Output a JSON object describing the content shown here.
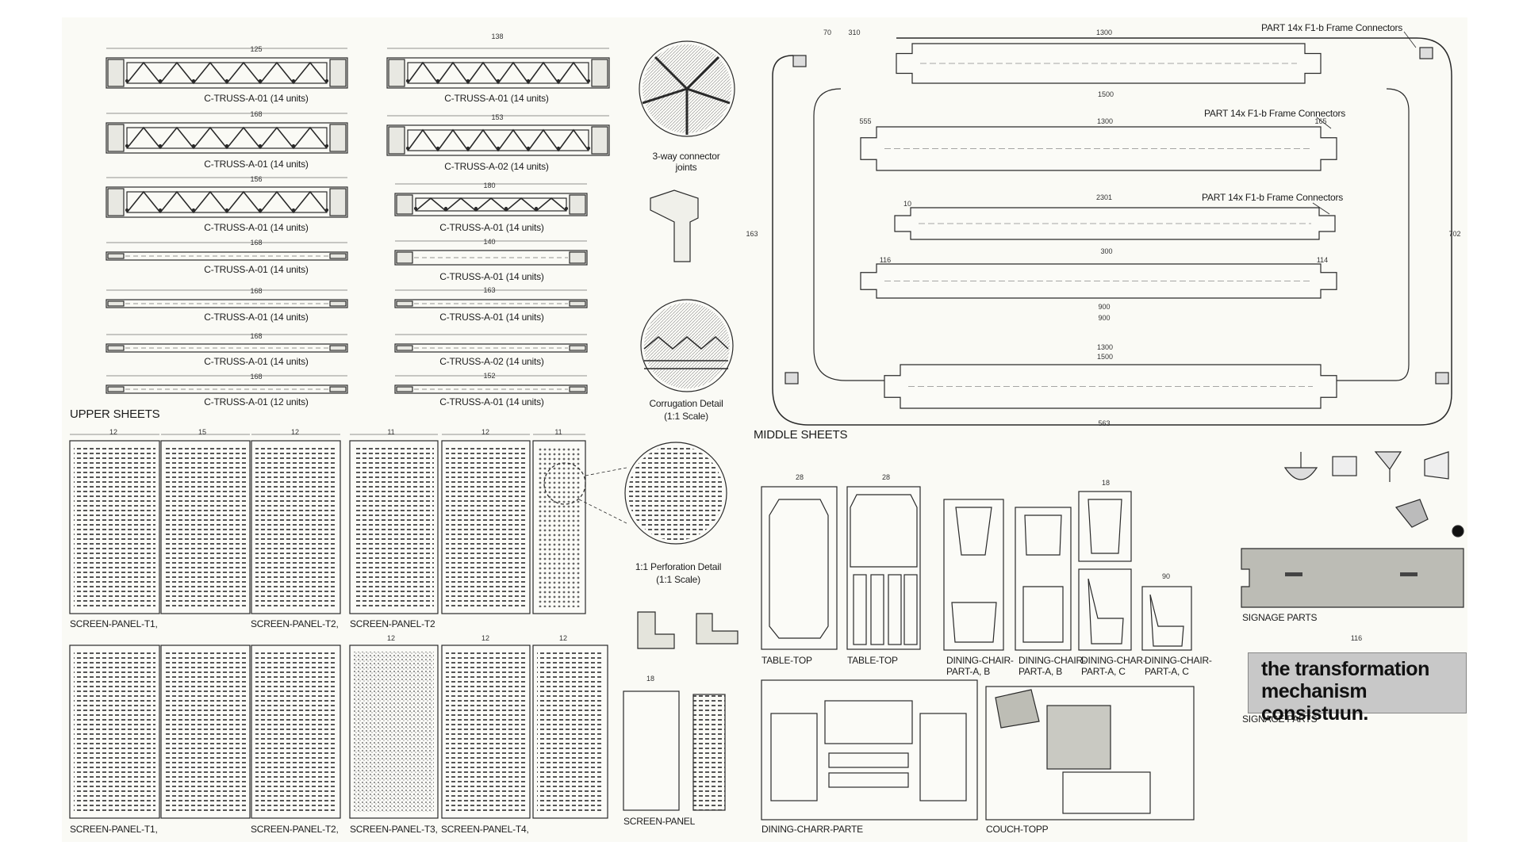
{
  "colors": {
    "paper": "#fafaf5",
    "ink": "#2a2a2a",
    "sign_fill": "#c8c8c8"
  },
  "section_labels": {
    "upper_sheets": "UPPER SHEETS",
    "middle_sheets": "MIDDLE SHEETS"
  },
  "truss_left": [
    {
      "dim": "125",
      "label": "C-TRUSS-A-01 (14 units)"
    },
    {
      "dim": "168",
      "label": "C-TRUSS-A-01 (14 units)"
    },
    {
      "dim": "156",
      "label": "C-TRUSS-A-01 (14 units)"
    },
    {
      "dim": "168",
      "label": "C-TRUSS-A-01 (14 units)"
    },
    {
      "dim": "168",
      "label": "C-TRUSS-A-01 (14 units)"
    },
    {
      "dim": "168",
      "label": "C-TRUSS-A-01 (14 units)"
    },
    {
      "dim": "168",
      "label": "C-TRUSS-A-01 (12 units)"
    }
  ],
  "truss_right": [
    {
      "dim": "138",
      "label": "C-TRUSS-A-01 (14 units)"
    },
    {
      "dim": "153",
      "label": "C-TRUSS-A-02 (14 units)"
    },
    {
      "dim": "180",
      "label": "C-TRUSS-A-01 (14 units)"
    },
    {
      "dim": "140",
      "label": "C-TRUSS-A-01 (14 units)"
    },
    {
      "dim": "163",
      "label": "C-TRUSS-A-01 (14 units)"
    },
    {
      "dim": "",
      "label": "C-TRUSS-A-02 (14 units)"
    },
    {
      "dim": "152",
      "label": "C-TRUSS-A-01 (14 units)"
    }
  ],
  "details": {
    "connector": "3-way connector joints",
    "connector_l1": "3-way connector",
    "connector_l2": "joints",
    "corrugation_l1": "Corrugation Detail",
    "corrugation_l2": "(1:1 Scale)",
    "perforation_l1": "1:1 Perforation Detail",
    "perforation_l2": "(1:1 Scale)"
  },
  "screen_panels_top": [
    {
      "dim": "12",
      "label": "SCREEN-PANEL-T1,"
    },
    {
      "dim": "15",
      "label": ""
    },
    {
      "dim": "12",
      "label": "SCREEN-PANEL-T2,"
    },
    {
      "dim": "11",
      "label": "SCREEN-PANEL-T2"
    },
    {
      "dim": "12",
      "label": ""
    },
    {
      "dim": "11",
      "label": ""
    }
  ],
  "screen_panels_bottom": [
    {
      "dim": "",
      "label": "SCREEN-PANEL-T1,"
    },
    {
      "dim": "",
      "label": ""
    },
    {
      "dim": "",
      "label": "SCREEN-PANEL-T2,"
    },
    {
      "dim": "12",
      "label": "SCREEN-PANEL-T3,"
    },
    {
      "dim": "12",
      "label": "SCREEN-PANEL-T4,"
    },
    {
      "dim": "12",
      "label": ""
    }
  ],
  "screen_panel_single": {
    "dim": "18",
    "label": "SCREEN-PANEL"
  },
  "frame_connectors": [
    "PART 14x F1-b Frame Connectors",
    "PART 14x F1-b Frame Connectors",
    "PART 14x F1-b Frame Connectors"
  ],
  "middle_parts": {
    "table_top_1": "TABLE-TOP",
    "table_top_2": "TABLE-TOP",
    "chair_1_l1": "DINING-CHAIR-",
    "chair_1_l2": "PART-A, B",
    "chair_2_l1": "DINING-CHAIR-",
    "chair_2_l2": "PART-A, B",
    "chair_3_l1": "DINING-CHAR-",
    "chair_3_l2": "PART-A, C",
    "chair_4_l1": "DINING-CHAIR-",
    "chair_4_l2": "PART-A, C",
    "dining_parts": "DINING-CHARR-PARTE",
    "couch": "COUCH-TOPP"
  },
  "middle_dims": {
    "tt1": "28",
    "tt2": "28",
    "ch3": "18",
    "ch4": "90",
    "sign": "116"
  },
  "signage": {
    "label_1": "SIGNAGE PARTS",
    "label_2": "SIGNAGE PARTS",
    "text_line1": "the transformation",
    "text_line2": "mechanism consistuun."
  },
  "frame_dims": {
    "top_a": "70",
    "top_b": "310",
    "top_c": "1300",
    "top_d": "1500",
    "r2_a": "555",
    "r2_b": "1300",
    "r2_c": "165",
    "r3_a": "10",
    "r3_b": "2301",
    "r3_c": "300",
    "r4_a": "116",
    "r4_b": "114",
    "r4_c": "900",
    "r4_d": "900",
    "r5_a": "1300",
    "r5_b": "1500",
    "r5_c": "563",
    "side_l": "163",
    "side_r": "702"
  }
}
